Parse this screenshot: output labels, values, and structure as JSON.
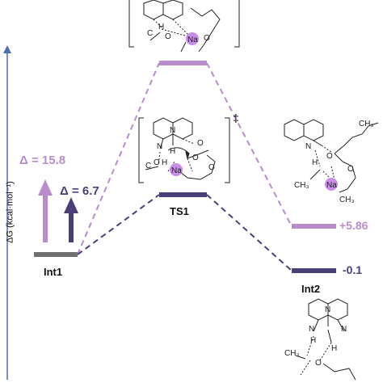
{
  "y_axis_label": "ΔG (kcal·mol⁻¹)",
  "colors": {
    "axis": "#4a6fb3",
    "light": "#b98ccc",
    "dark": "#4b3f78",
    "int1": "#707070",
    "sodium": "#c98ee8"
  },
  "barriers": [
    {
      "label": "Δ = 15.8",
      "pathway": "light"
    },
    {
      "label": "Δ = 6.7",
      "pathway": "dark"
    }
  ],
  "states": {
    "int1": {
      "label": "Int1"
    },
    "ts1": {
      "label": "TS1"
    },
    "int2": {
      "label": "Int2"
    }
  },
  "energies": {
    "upper_product": "+5.86",
    "int2": "-0.1"
  },
  "dagger": "‡",
  "atom_labels": {
    "sodium": "Na",
    "oxygen": "O",
    "nitrogen": "N",
    "hydrogen": "H",
    "methyl": "CH₃",
    "carbon": "C"
  }
}
